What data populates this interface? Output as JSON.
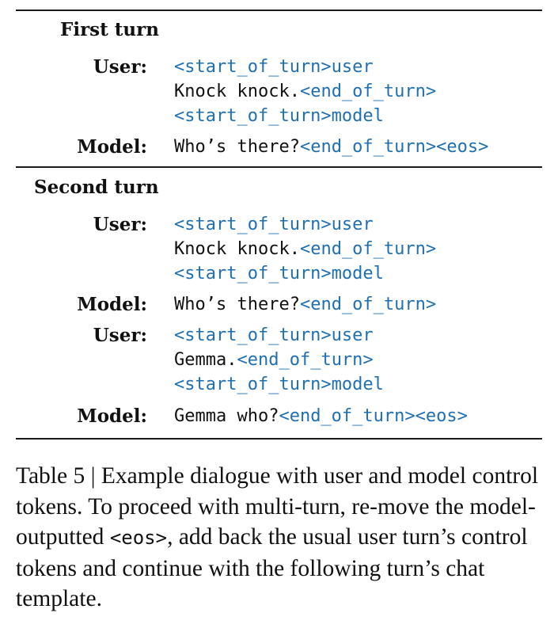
{
  "table": {
    "first_turn": {
      "title": "First turn",
      "user_label": "User:",
      "model_label": "Model:",
      "user_lines": [
        {
          "tok_a": "<start_of_turn>user",
          "txt": "",
          "tok_b": ""
        },
        {
          "tok_a": "",
          "txt": "Knock knock.",
          "tok_b": "<end_of_turn>"
        },
        {
          "tok_a": "<start_of_turn>model",
          "txt": "",
          "tok_b": ""
        }
      ],
      "model_line": {
        "txt": "Who’s there?",
        "tok": "<end_of_turn><eos>"
      }
    },
    "second_turn": {
      "title": "Second turn",
      "user_label": "User:",
      "model_label": "Model:",
      "user1_lines": [
        {
          "tok": "<start_of_turn>user"
        },
        {
          "txt": "Knock knock.",
          "tok": "<end_of_turn>"
        },
        {
          "tok": "<start_of_turn>model"
        }
      ],
      "model1": {
        "txt": "Who’s there?",
        "tok": "<end_of_turn>"
      },
      "user2_lines": [
        {
          "tok": "<start_of_turn>user"
        },
        {
          "txt": "Gemma.",
          "tok": "<end_of_turn>"
        },
        {
          "tok": "<start_of_turn>model"
        }
      ],
      "model2": {
        "txt": "Gemma who?",
        "tok": "<end_of_turn><eos>"
      }
    }
  },
  "caption": {
    "lead": "Table 5 | Example dialogue with user and model control tokens. To proceed with multi-turn, re-move the model-outputted ",
    "code": "<eos>",
    "tail": ", add back the usual user turn’s control tokens and continue with the following turn’s chat template."
  },
  "colors": {
    "token": "#1f6fb2",
    "text": "#111111",
    "rule": "#1a1a1a"
  }
}
